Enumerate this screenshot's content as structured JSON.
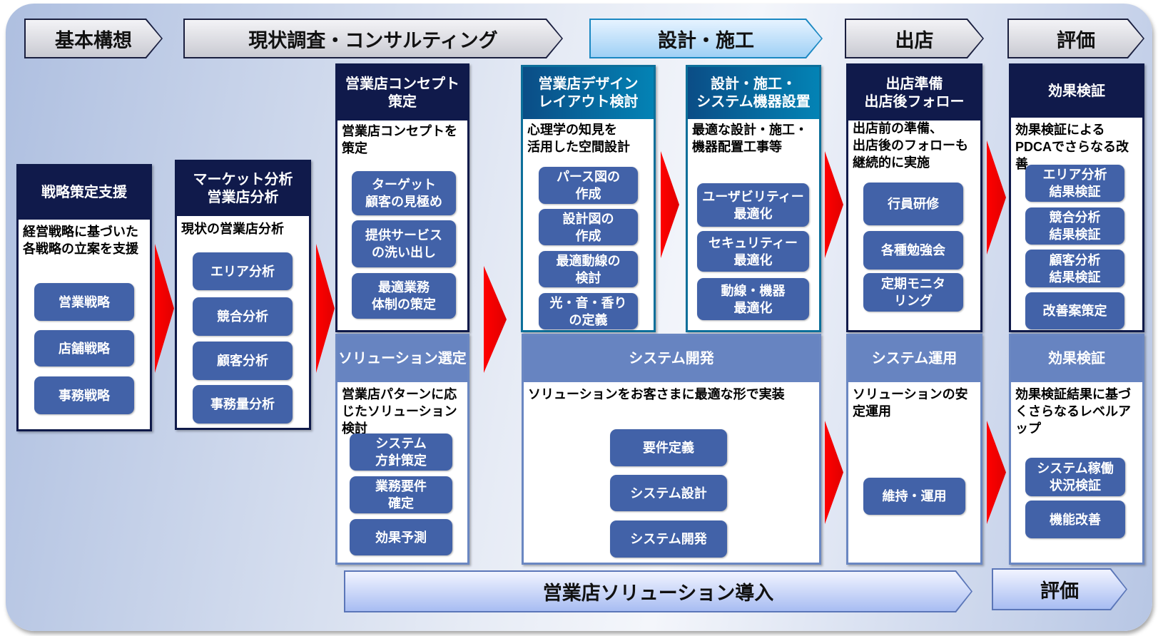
{
  "phases": [
    {
      "label": "基本構想"
    },
    {
      "label": "現状調査・コンサルティング"
    },
    {
      "label": "設計・施工"
    },
    {
      "label": "出店"
    },
    {
      "label": "評価"
    }
  ],
  "columns": [
    {
      "title": "戦略策定支援",
      "description": "経営戦略に基づいた各戦略の立案を支援",
      "items": [
        "営業戦略",
        "店舗戦略",
        "事務戦略"
      ]
    },
    {
      "title": "マーケット分析\n営業店分析",
      "description": "現状の営業店分析",
      "items": [
        "エリア分析",
        "競合分析",
        "顧客分析",
        "事務量分析"
      ]
    },
    {
      "title": "営業店コンセプト\n策定",
      "description": "営業店コンセプトを策定",
      "items": [
        "ターゲット\n顧客の見極め",
        "提供サービス\nの洗い出し",
        "最適業務\n体制の策定"
      ]
    },
    {
      "title": "営業店デザイン\nレイアウト検討",
      "description": "心理学の知見を\n活用した空間設計",
      "items": [
        "パース図の\n作成",
        "設計図の\n作成",
        "最適動線の\n検討",
        "光・音・香り\nの定義"
      ]
    },
    {
      "title": "設計・施工・\nシステム機器設置",
      "description": "最適な設計・施工・\n機器配置工事等",
      "items": [
        "ユーザビリティー\n最適化",
        "セキュリティー\n最適化",
        "動線・機器\n最適化"
      ]
    },
    {
      "title": "出店準備\n出店後フォロー",
      "description": "出店前の準備、\n出店後のフォローも\n継続的に実施",
      "items": [
        "行員研修",
        "各種勉強会",
        "定期モニタ\nリング"
      ]
    },
    {
      "title": "効果検証",
      "description": "効果検証による\nPDCAでさらなる改善",
      "items": [
        "エリア分析\n結果検証",
        "競合分析\n結果検証",
        "顧客分析\n結果検証",
        "改善案策定"
      ]
    }
  ],
  "lower_sections": [
    {
      "title": "ソリューション選定",
      "description": "営業店パターンに応じたソリューション検討",
      "items": [
        "システム\n方針策定",
        "業務要件\n確定",
        "効果予測"
      ]
    },
    {
      "title": "システム開発",
      "description": "ソリューションをお客さまに最適な形で実装",
      "items": [
        "要件定義",
        "システム設計",
        "システム開発"
      ]
    },
    {
      "title": "システム運用",
      "description": "ソリューションの安定運用",
      "items": [
        "維持・運用"
      ]
    },
    {
      "title": "効果検証",
      "description": "効果検証結果に基づくさらなるレベルアップ",
      "items": [
        "システム稼働\n状況検証",
        "機能改善"
      ]
    }
  ],
  "bottom_phases": [
    {
      "label": "営業店ソリューション導入"
    },
    {
      "label": "評価"
    }
  ],
  "colors": {
    "navy": "#101a4b",
    "teal": "#0383b5",
    "pill": "#4262a8",
    "lower_header": "#6784c1",
    "arrow": "#ff0000"
  }
}
